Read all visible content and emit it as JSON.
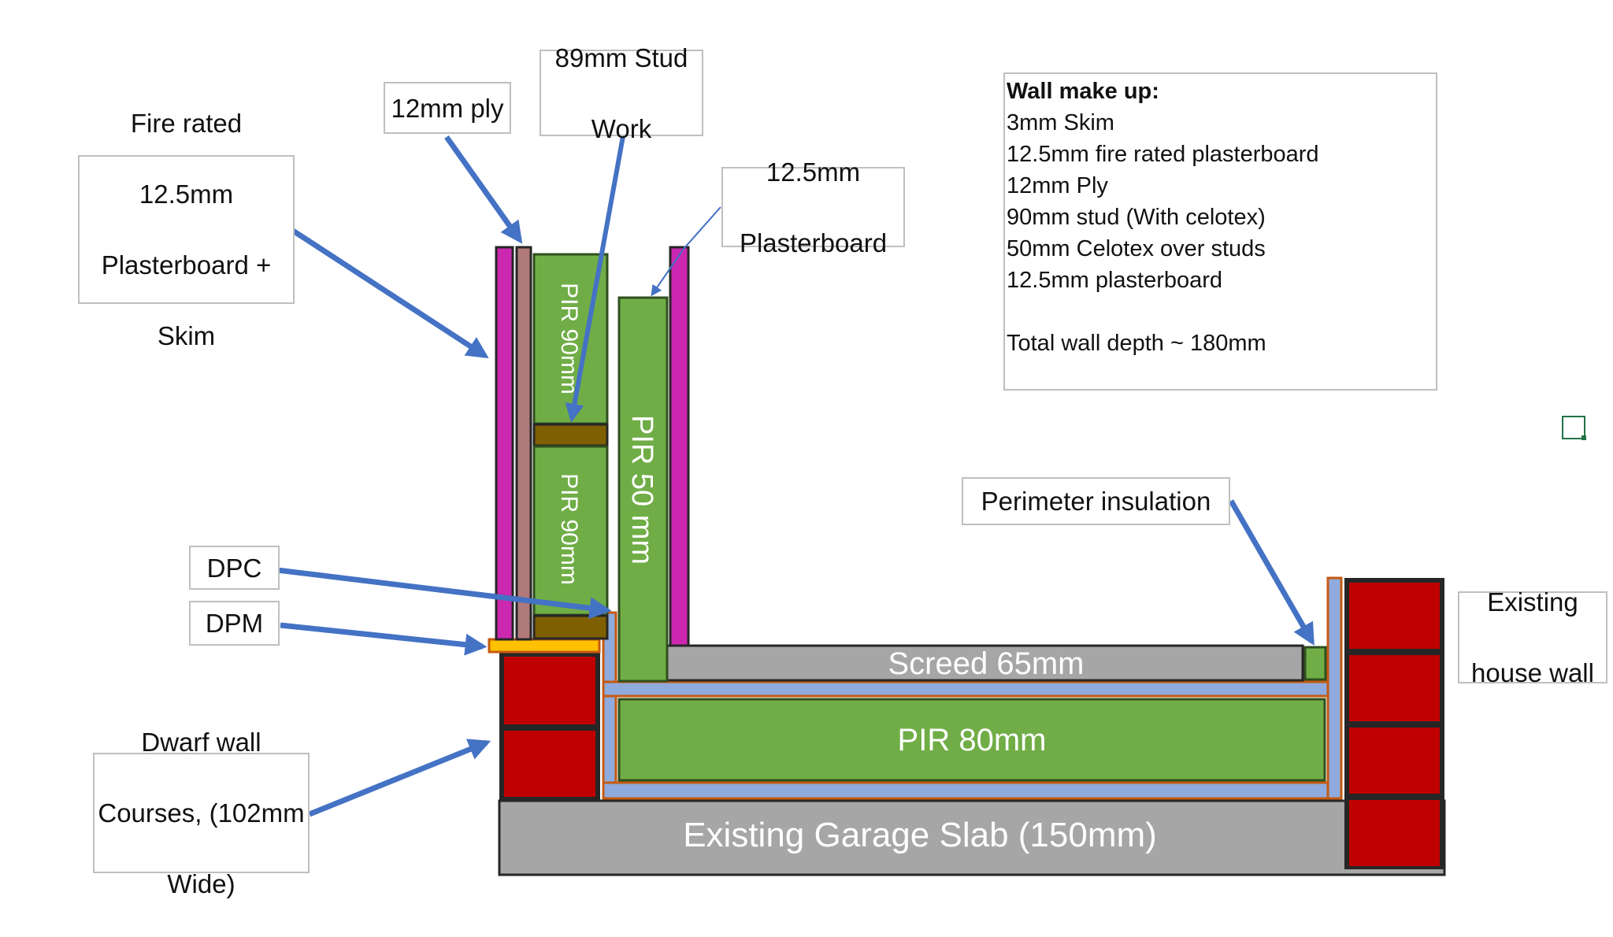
{
  "layers": {
    "pir_90_upper": "PIR 90mm",
    "pir_90_lower": "PIR 90mm",
    "pir_50": "PIR 50 mm",
    "screed": "Screed 65mm",
    "pir_80": "PIR 80mm",
    "slab": "Existing Garage Slab (150mm)"
  },
  "callouts": {
    "ply": [
      "12mm ply"
    ],
    "stud_work": [
      "89mm Stud",
      "Work"
    ],
    "fire_rated": [
      "Fire rated",
      "12.5mm",
      "Plasterboard +",
      "Skim"
    ],
    "plasterboard": [
      "12.5mm",
      "Plasterboard"
    ],
    "perimeter": [
      "Perimeter insulation"
    ],
    "dpc": [
      "DPC"
    ],
    "dpm": [
      "DPM"
    ],
    "dwarf_wall": [
      "Dwarf wall",
      "Courses, (102mm",
      "Wide)"
    ],
    "existing_wall": [
      "Existing",
      "house wall"
    ]
  },
  "wall_makeup": {
    "title": "Wall make up:",
    "lines": [
      "3mm Skim",
      "12.5mm fire rated plasterboard",
      "12mm Ply",
      "90mm stud (With celotex)",
      "50mm Celotex over studs",
      "12.5mm plasterboard",
      "",
      "Total wall depth ~ 180mm"
    ]
  },
  "colors": {
    "brick": "#c00000",
    "mortar": "#262626",
    "insulation": "#70ad47",
    "insulation_edge": "#2f4f1f",
    "membrane": "#8faadc",
    "membrane_edge": "#c55a11",
    "slab": "#a6a6a6",
    "magenta_board": "#cc27b0",
    "ply": "#b07a7a",
    "timber": "#7f6000",
    "dpc_yellow": "#ffc000",
    "arrow": "#4472c4"
  }
}
